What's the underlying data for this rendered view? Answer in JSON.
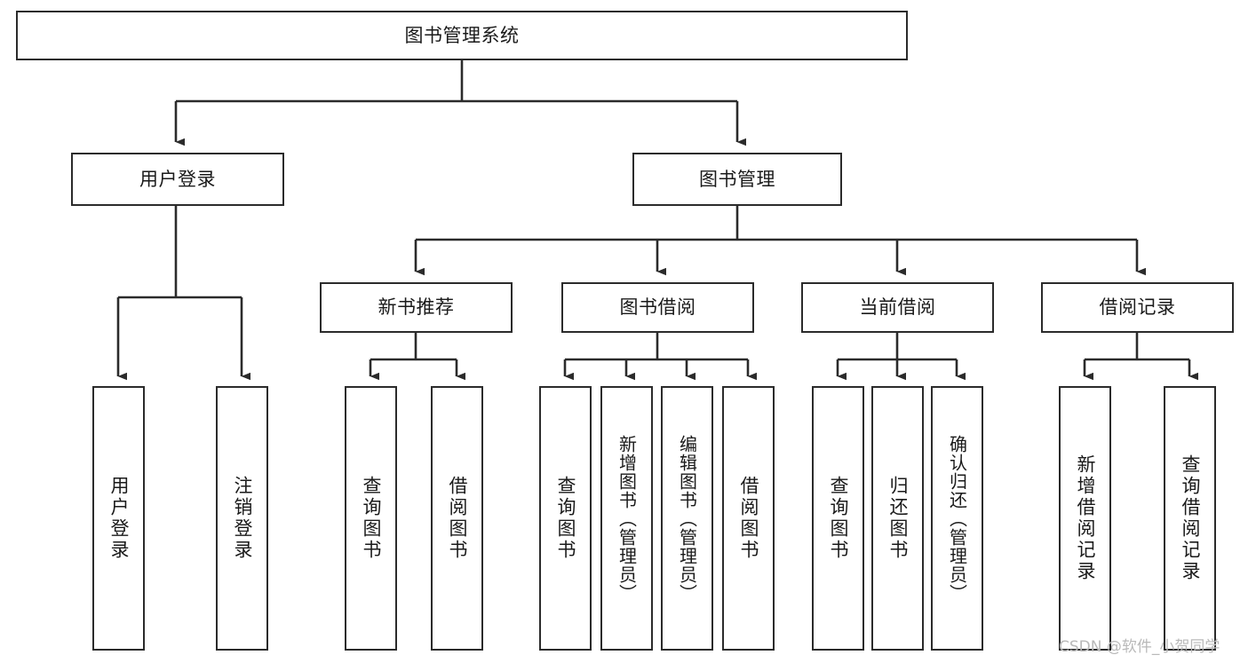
{
  "diagram": {
    "title": "图书管理系统",
    "type": "tree-hierarchy",
    "nodes": {
      "root": {
        "label": "图书管理系统"
      },
      "level2": [
        {
          "id": "user-login",
          "label": "用户登录"
        },
        {
          "id": "book-management",
          "label": "图书管理"
        }
      ],
      "level3": [
        {
          "id": "new-book-recommend",
          "label": "新书推荐"
        },
        {
          "id": "book-borrow",
          "label": "图书借阅"
        },
        {
          "id": "current-borrow",
          "label": "当前借阅"
        },
        {
          "id": "borrow-record",
          "label": "借阅记录"
        }
      ],
      "leaves": [
        {
          "id": "leaf-user-login",
          "label": "用户登录",
          "parent": "user-login"
        },
        {
          "id": "leaf-logout-login",
          "label": "注销登录",
          "parent": "user-login"
        },
        {
          "id": "leaf-query-book-1",
          "label": "查询图书",
          "parent": "new-book-recommend"
        },
        {
          "id": "leaf-borrow-book-1",
          "label": "借阅图书",
          "parent": "new-book-recommend"
        },
        {
          "id": "leaf-query-book-2",
          "label": "查询图书",
          "parent": "book-borrow"
        },
        {
          "id": "leaf-add-book",
          "label": "新增图书（管理员）",
          "parent": "book-borrow"
        },
        {
          "id": "leaf-edit-book",
          "label": "编辑图书（管理员）",
          "parent": "book-borrow"
        },
        {
          "id": "leaf-borrow-book-2",
          "label": "借阅图书",
          "parent": "book-borrow"
        },
        {
          "id": "leaf-query-book-3",
          "label": "查询图书",
          "parent": "current-borrow"
        },
        {
          "id": "leaf-return-book",
          "label": "归还图书",
          "parent": "current-borrow"
        },
        {
          "id": "leaf-confirm-return",
          "label": "确认归还（管理员）",
          "parent": "current-borrow"
        },
        {
          "id": "leaf-add-record",
          "label": "新增借阅记录",
          "parent": "borrow-record"
        },
        {
          "id": "leaf-query-record",
          "label": "查询借阅记录",
          "parent": "borrow-record"
        }
      ]
    },
    "watermark": "CSDN @软件_小贺同学",
    "colors": {
      "stroke": "#2b2b2b",
      "fill": "#ffffff",
      "text": "#1a1a1a",
      "watermark": "#b9b9b9"
    }
  }
}
